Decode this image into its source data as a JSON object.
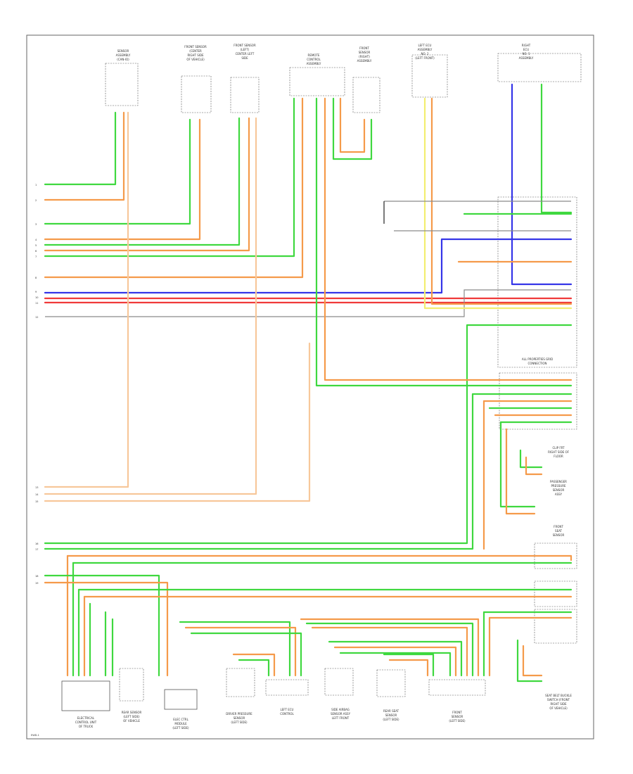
{
  "diagram": {
    "colors": {
      "green": "#3fd83f",
      "orange": "#f59a4a",
      "light_orange": "#f7c79a",
      "blue": "#3535e8",
      "red": "#f03a3a",
      "yellow": "#f2ee70",
      "gray": "#8a8a8a",
      "black": "#222222",
      "border": "#666666"
    },
    "components": {
      "c1": [
        "SENSOR",
        "ASSEMBLY",
        "(CAN-IO)"
      ],
      "c2": [
        "FRONT SENSOR",
        "(CENTER",
        "RIGHT SIDE",
        "OF VEHICLE)"
      ],
      "c3": [
        "FRONT SENSOR",
        "(LEFT)",
        "CENTER LEFT",
        "SIDE"
      ],
      "c4": [
        "REMOTE",
        "CONTROL",
        "ASSEMBLY"
      ],
      "c5": [
        "FRONT",
        "SENSOR",
        "(RIGHT)",
        "ASSEMBLY"
      ],
      "c6": [
        "LEFT ECU",
        "ASSEMBLY",
        "NO. 2",
        "(LEFT FRONT)"
      ],
      "c7": [
        "RIGHT",
        "ECU",
        "NO. 1",
        "ASSEMBLY"
      ],
      "main_module": [
        "ALL PROPERTIES GRID",
        "CONNECTION"
      ],
      "right1": [
        "CLIP FRT",
        "RIGHT SIDE OF",
        "FLOOR"
      ],
      "right2": [
        "PASSENGER",
        "PRESSURE",
        "SENSOR",
        "ASSY"
      ],
      "right3": [
        "FRONT",
        "SEAT",
        "SENSOR"
      ],
      "right4": [
        "SEAT BELT BUCKLE",
        "SWITCH (FRONT",
        "RIGHT SIDE",
        "OF VEHICLE)"
      ],
      "bottom1": [
        "ELECTRICAL",
        "CONTROL UNIT",
        "OF TRUCK"
      ],
      "bottom2": [
        "REAR SENSOR",
        "(LEFT SIDE)",
        "OF VEHICLE"
      ],
      "bottom3": [
        "ELEC CTRL",
        "MODULE",
        "(LEFT SIDE)"
      ],
      "bottom4": [
        "DRIVER PRESSURE",
        "SENSOR",
        "(LEFT SIDE)"
      ],
      "bottom5": [
        "LEFT ECU",
        "CONTROL"
      ],
      "bottom6": [
        "SIDE AIRBAG",
        "SENSOR ASSY",
        "LEFT FRONT"
      ],
      "bottom7": [
        "REAR SEAT",
        "SENSOR",
        "(LEFT SIDE)"
      ],
      "bottom8": [
        "FRONT",
        "SENSOR",
        "(LEFT SIDE)"
      ]
    },
    "left_pins": [
      "1",
      "2",
      "3",
      "4",
      "5",
      "6",
      "7",
      "8",
      "9",
      "10",
      "11",
      "12",
      "13",
      "14",
      "15",
      "16",
      "17",
      "18",
      "19"
    ],
    "footer_code": "EWD-1"
  }
}
